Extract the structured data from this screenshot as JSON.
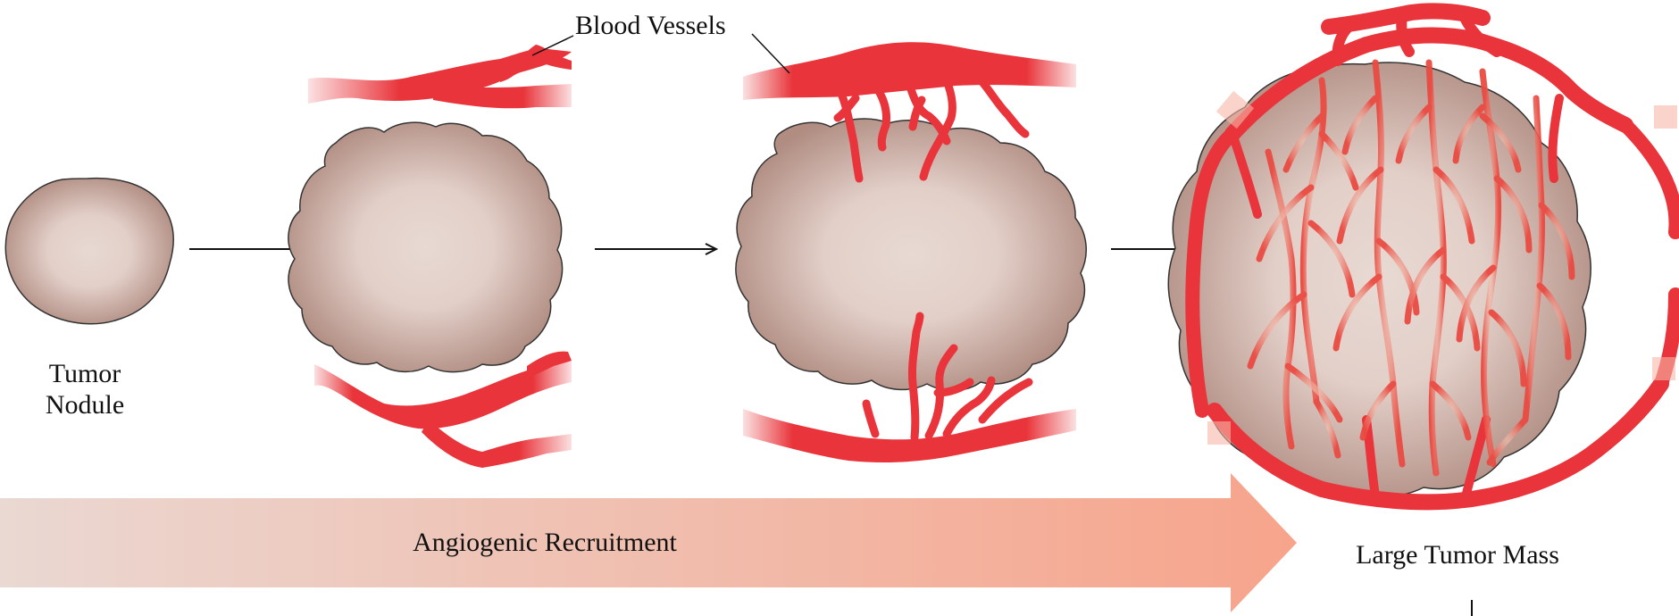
{
  "labels": {
    "blood_vessels": "Blood Vessels",
    "tumor_nodule_line1": "Tumor",
    "tumor_nodule_line2": "Nodule",
    "angiogenic_recruitment": "Angiogenic Recruitment",
    "large_tumor_mass": "Large Tumor Mass"
  },
  "colors": {
    "vessel": "#e8343a",
    "tumor_center": "#e6d6cf",
    "tumor_edge": "#b89489",
    "arrow_band_start": "#ead8d2",
    "arrow_band_end": "#f7a68d"
  }
}
